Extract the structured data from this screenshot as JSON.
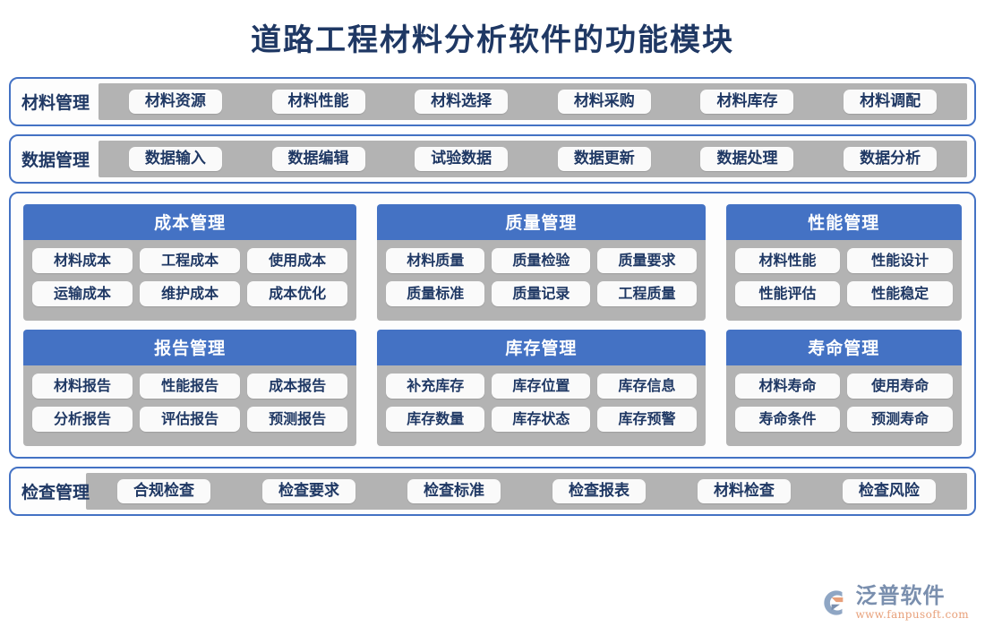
{
  "title": "道路工程材料分析软件的功能模块",
  "colors": {
    "title_navy": "#1F3864",
    "accent_blue": "#4472C4",
    "group_gray": "#B3B3B3",
    "pill_white": "#FAFAFA",
    "logo_orange": "#E8A07A",
    "logo_blue": "#7A8FAE"
  },
  "banner_rows": [
    {
      "label": "材料管理",
      "items": [
        "材料资源",
        "材料性能",
        "材料选择",
        "材料采购",
        "材料库存",
        "材料调配"
      ]
    },
    {
      "label": "数据管理",
      "items": [
        "数据输入",
        "数据编辑",
        "试验数据",
        "数据更新",
        "数据处理",
        "数据分析"
      ]
    }
  ],
  "groups": [
    {
      "header": "成本管理",
      "columns": 3,
      "rows": [
        [
          "材料成本",
          "工程成本",
          "使用成本"
        ],
        [
          "运输成本",
          "维护成本",
          "成本优化"
        ]
      ]
    },
    {
      "header": "质量管理",
      "columns": 3,
      "rows": [
        [
          "材料质量",
          "质量检验",
          "质量要求"
        ],
        [
          "质量标准",
          "质量记录",
          "工程质量"
        ]
      ]
    },
    {
      "header": "性能管理",
      "columns": 2,
      "rows": [
        [
          "材料性能",
          "性能设计"
        ],
        [
          "性能评估",
          "性能稳定"
        ]
      ]
    },
    {
      "header": "报告管理",
      "columns": 3,
      "rows": [
        [
          "材料报告",
          "性能报告",
          "成本报告"
        ],
        [
          "分析报告",
          "评估报告",
          "预测报告"
        ]
      ]
    },
    {
      "header": "库存管理",
      "columns": 3,
      "rows": [
        [
          "补充库存",
          "库存位置",
          "库存信息"
        ],
        [
          "库存数量",
          "库存状态",
          "库存预警"
        ]
      ]
    },
    {
      "header": "寿命管理",
      "columns": 2,
      "rows": [
        [
          "材料寿命",
          "使用寿命"
        ],
        [
          "寿命条件",
          "预测寿命"
        ]
      ]
    }
  ],
  "bottom_row": {
    "label": "检查管理",
    "items": [
      "合规检查",
      "检查要求",
      "检查标准",
      "检查报表",
      "材料检查",
      "检查风险"
    ]
  },
  "footer": {
    "brand": "泛普软件",
    "url": "www.fanpusoft.com"
  }
}
